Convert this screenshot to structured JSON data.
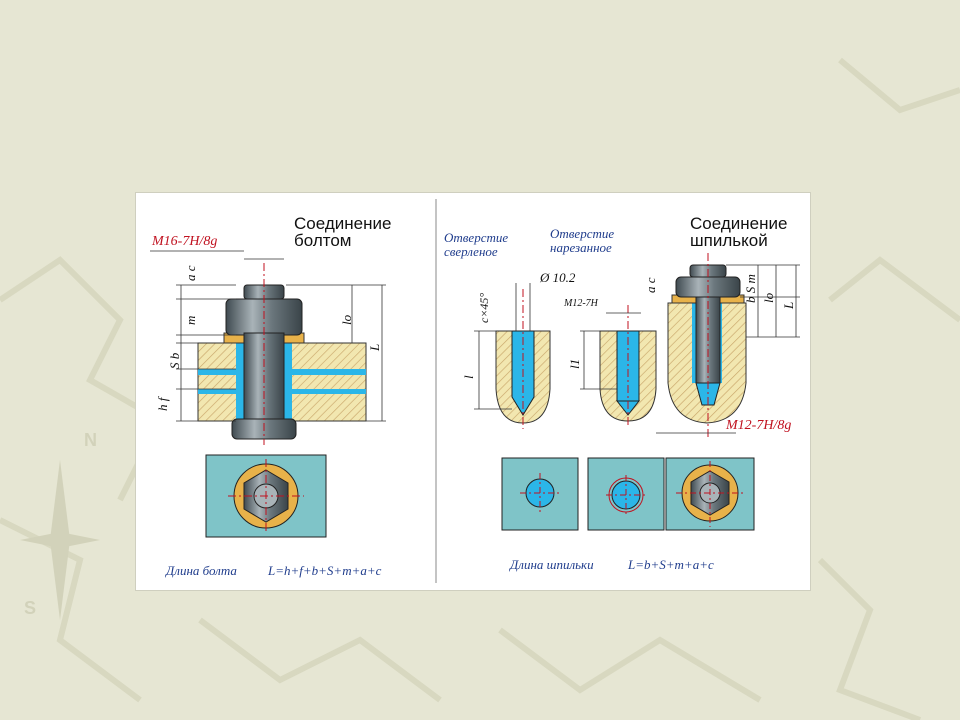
{
  "left": {
    "title_line1": "Соединение",
    "title_line2": "болтом",
    "thread_spec": "M16-7H/8g",
    "dims": {
      "a": "a",
      "c": "c",
      "m": "m",
      "S": "S",
      "b": "b",
      "f": "f",
      "h": "h",
      "lo": "lo",
      "L": "L"
    },
    "formula_label": "Длина болта",
    "formula": "L=h+f+b+S+m+a+c"
  },
  "right": {
    "title_line1": "Соединение",
    "title_line2": "шпилькой",
    "hole_drilled_line1": "Отверстие",
    "hole_drilled_line2": "сверленое",
    "hole_threaded_line1": "Отверстие",
    "hole_threaded_line2": "нарезанное",
    "diameter": "Ø 10.2",
    "chamfer": "c×45°",
    "small_thread": "M12-7H",
    "stud_thread_spec": "M12-7H/8g",
    "dims": {
      "l": "l",
      "l1": "l1",
      "a": "a",
      "c": "c",
      "m": "m",
      "S": "S",
      "b": "b",
      "lo": "lo",
      "L": "L"
    },
    "formula_label": "Длина шпильки",
    "formula": "L=b+S+m+a+c"
  },
  "colors": {
    "metal": "#6e7b82",
    "plate": "#f2e7b0",
    "hole": "#2bb6e8",
    "yellow": "#e8b24a",
    "accent": "#c0111f"
  }
}
